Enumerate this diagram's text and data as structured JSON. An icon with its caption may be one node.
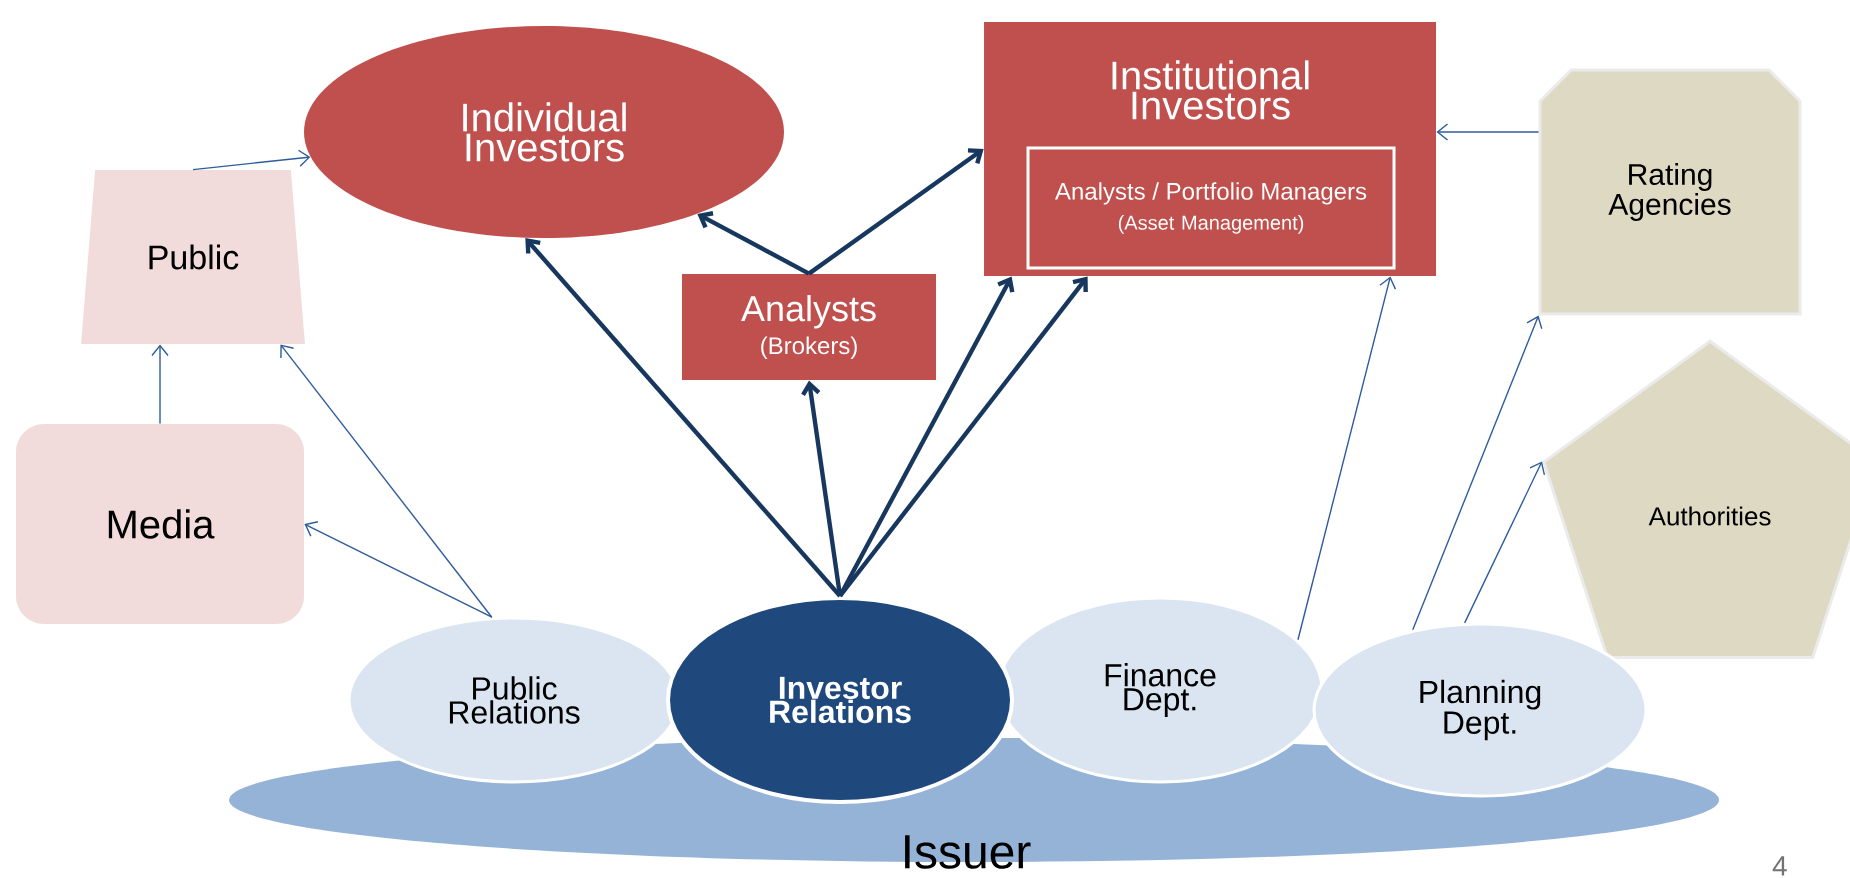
{
  "diagram": {
    "nodes": [
      {
        "text": [
          "Individual Investors"
        ]
      },
      {
        "text": [
          "Institutional Investors"
        ]
      },
      {
        "text": [
          "Analysts / Portfolio Managers",
          "(Asset Management)"
        ],
        "in": 1
      },
      {
        "text": [
          "Analysts",
          "(Brokers)"
        ]
      },
      {
        "text": [
          "Public"
        ]
      },
      {
        "text": [
          "Rating Agencies"
        ]
      },
      {
        "text": [
          "Media"
        ]
      },
      {
        "text": [
          "Authorities"
        ]
      },
      {
        "text": [
          "Issuer"
        ]
      },
      {
        "text": [
          "Public Relations"
        ]
      },
      {
        "text": [
          "Investor Relations"
        ]
      },
      {
        "text": [
          "Finance Dept."
        ]
      },
      {
        "text": [
          "Planning Dept."
        ]
      }
    ],
    "edges": [
      {
        "from": 4,
        "to": 0,
        "arrow": "to"
      },
      {
        "from": 6,
        "to": 4,
        "arrow": "to"
      },
      {
        "from": 9,
        "to": 6,
        "arrow": "to"
      },
      {
        "from": 9,
        "to": 4,
        "arrow": "to"
      },
      {
        "from": 10,
        "to": 0,
        "arrow": "to",
        "style": "thick",
        "color": "#17375e"
      },
      {
        "from": 10,
        "to": 3,
        "arrow": "to",
        "style": "thick",
        "color": "#17375e"
      },
      {
        "from": 10,
        "to": 1,
        "arrow": "to",
        "style": "thick",
        "color": "#17375e"
      },
      {
        "from": 10,
        "to": 1,
        "arrow": "to",
        "style": "thick",
        "color": "#17375e"
      },
      {
        "from": 3,
        "to": 0,
        "arrow": "to",
        "style": "thick",
        "color": "#17375e"
      },
      {
        "from": 3,
        "to": 1,
        "arrow": "to",
        "style": "thick",
        "color": "#17375e"
      },
      {
        "from": 5,
        "to": 1,
        "arrow": "to"
      },
      {
        "from": 11,
        "to": 1,
        "arrow": "to"
      },
      {
        "from": 12,
        "to": 5,
        "arrow": "to"
      },
      {
        "from": 12,
        "to": 7,
        "arrow": "to"
      }
    ],
    "labels": [
      "4"
    ]
  }
}
